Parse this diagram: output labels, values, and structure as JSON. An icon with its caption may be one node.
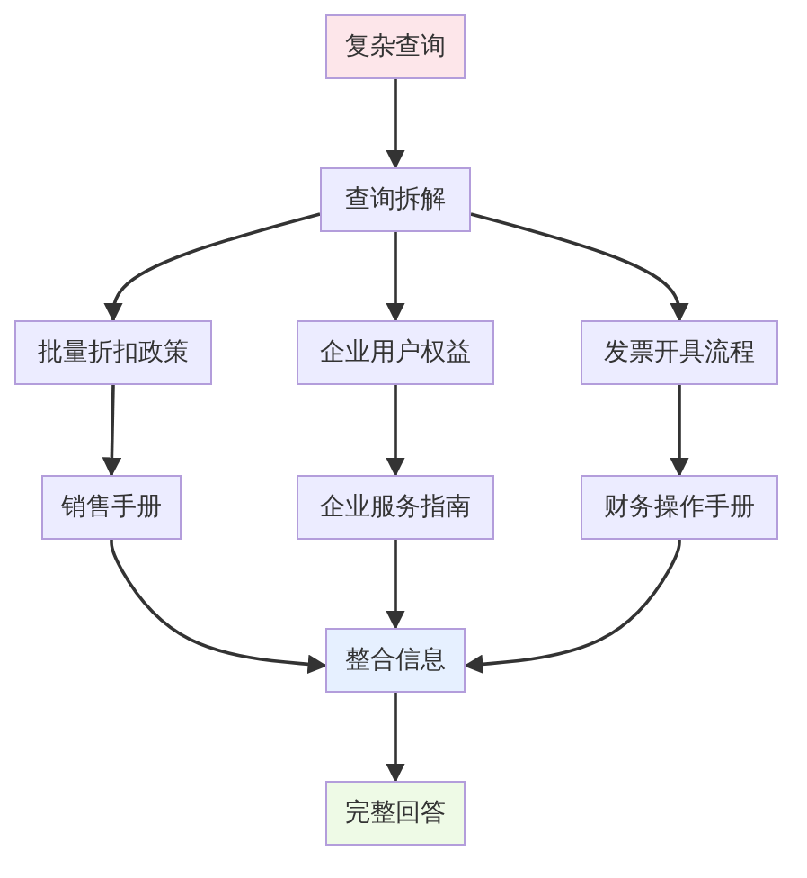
{
  "diagram": {
    "nodes": [
      {
        "text": [
          "复杂查询"
        ]
      },
      {
        "text": [
          "查询拆解"
        ]
      },
      {
        "text": [
          "批量折扣政策"
        ]
      },
      {
        "text": [
          "企业用户权益"
        ]
      },
      {
        "text": [
          "发票开具流程"
        ]
      },
      {
        "text": [
          "销售手册"
        ]
      },
      {
        "text": [
          "企业服务指南"
        ]
      },
      {
        "text": [
          "财务操作手册"
        ]
      },
      {
        "text": [
          "整合信息"
        ]
      },
      {
        "text": [
          "完整回答"
        ]
      }
    ],
    "edges": [
      {
        "from": 0,
        "to": 1,
        "arrow": "to"
      },
      {
        "from": 1,
        "to": 2,
        "arrow": "to"
      },
      {
        "from": 1,
        "to": 3,
        "arrow": "to"
      },
      {
        "from": 1,
        "to": 4,
        "arrow": "to"
      },
      {
        "from": 2,
        "to": 5,
        "arrow": "to"
      },
      {
        "from": 3,
        "to": 6,
        "arrow": "to"
      },
      {
        "from": 4,
        "to": 7,
        "arrow": "to"
      },
      {
        "from": 5,
        "to": 8,
        "arrow": "to"
      },
      {
        "from": 6,
        "to": 8,
        "arrow": "to"
      },
      {
        "from": 7,
        "to": 8,
        "arrow": "to"
      },
      {
        "from": 8,
        "to": 9,
        "arrow": "to"
      }
    ]
  }
}
